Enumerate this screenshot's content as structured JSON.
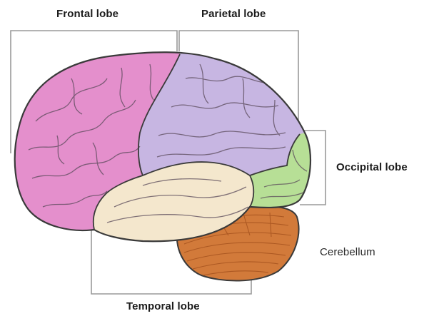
{
  "labels": {
    "frontal": "Frontal lobe",
    "parietal": "Parietal lobe",
    "occipital": "Occipital lobe",
    "temporal": "Temporal lobe",
    "cerebellum": "Cerebellum"
  },
  "colors": {
    "frontal": "#e48fcc",
    "parietal": "#c7b6e2",
    "occipital": "#b7df96",
    "temporal": "#f4e7cd",
    "cerebellum": "#d27a3a",
    "outline": "#3a3a3a",
    "bracket": "#9a9a9a",
    "text": "#1c1c1c"
  }
}
